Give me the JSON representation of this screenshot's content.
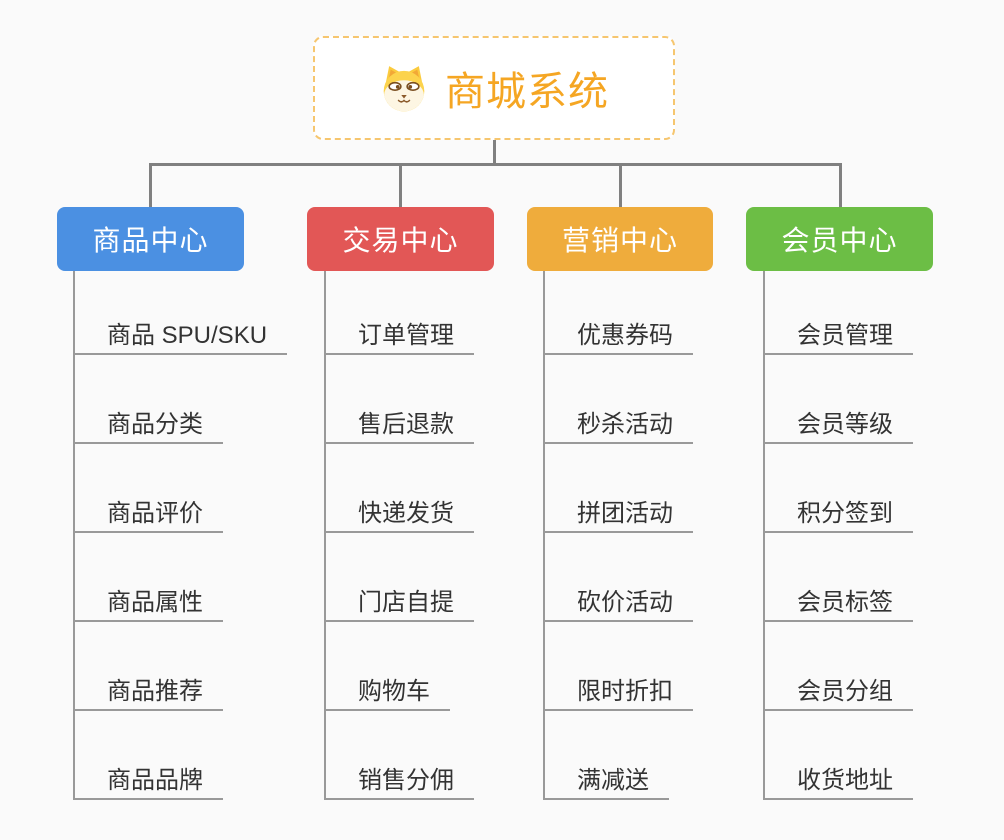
{
  "root": {
    "label": "商城系统",
    "icon": "dog-face-icon",
    "text_color": "#f5a623",
    "border_color": "#f6c66f",
    "background": "#ffffff"
  },
  "branches": [
    {
      "label": "商品中心",
      "color": "#4b90e2",
      "children": [
        "商品 SPU/SKU",
        "商品分类",
        "商品评价",
        "商品属性",
        "商品推荐",
        "商品品牌"
      ]
    },
    {
      "label": "交易中心",
      "color": "#e25756",
      "children": [
        "订单管理",
        "售后退款",
        "快递发货",
        "门店自提",
        "购物车",
        "销售分佣"
      ]
    },
    {
      "label": "营销中心",
      "color": "#efac3c",
      "children": [
        "优惠券码",
        "秒杀活动",
        "拼团活动",
        "砍价活动",
        "限时折扣",
        "满减送"
      ]
    },
    {
      "label": "会员中心",
      "color": "#6cbe45",
      "children": [
        "会员管理",
        "会员等级",
        "积分签到",
        "会员标签",
        "会员分组",
        "收货地址"
      ]
    }
  ],
  "colors": {
    "background": "#fafafa",
    "connector": "#808080",
    "leaf_line": "#999999",
    "leaf_text": "#333333"
  }
}
